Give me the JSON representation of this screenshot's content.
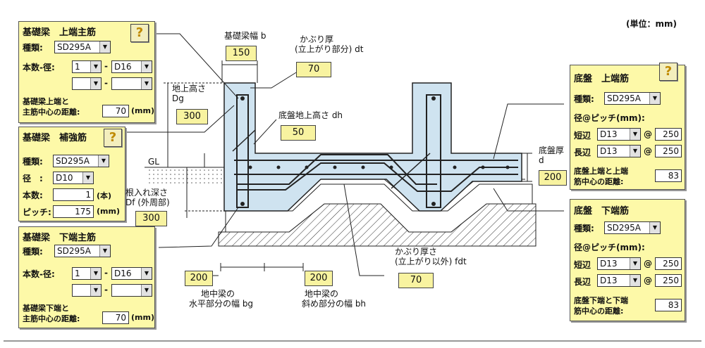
{
  "unit_note": "(単位：mm)",
  "help_glyph": "?",
  "beam_top": {
    "title": "基礎梁　上端主筋",
    "type_label": "種類:",
    "type_value": "SD295A",
    "count_diam_label": "本数-徑:",
    "count1": "1",
    "diam1": "D16",
    "count2": "",
    "diam2": "",
    "dash": "-",
    "distance_label_1": "基礎梁上端と",
    "distance_label_2": "主筋中心の距離:",
    "distance_value": "70",
    "mm": "(mm)"
  },
  "beam_reinf": {
    "title": "基礎梁　補強筋",
    "type_label": "種類:",
    "type_value": "SD295A",
    "diam_label": "径　:",
    "diam_value": "D10",
    "count_label": "本数:",
    "count_value": "1",
    "count_unit": "(本)",
    "pitch_label": "ピッチ:",
    "pitch_value": "175",
    "pitch_unit": "(mm)"
  },
  "beam_bottom": {
    "title": "基礎梁　下端主筋",
    "type_label": "種類:",
    "type_value": "SD295A",
    "count_diam_label": "本数-径:",
    "count1": "1",
    "diam1": "D16",
    "count2": "",
    "diam2": "",
    "dash": "-",
    "distance_label_1": "基礎梁下端と",
    "distance_label_2": "主筋中心の距離:",
    "distance_value": "70",
    "mm": "(mm)"
  },
  "slab_top": {
    "title": "底盤　上端筋",
    "type_label": "種類:",
    "type_value": "SD295A",
    "pitch_label": "径@ピッチ(mm):",
    "short_label": "短辺",
    "short_diam": "D13",
    "short_pitch": "250",
    "long_label": "長辺",
    "long_diam": "D13",
    "long_pitch": "250",
    "at": "@",
    "distance_label_1": "底盤上端と上端",
    "distance_label_2": "筋中心の距離:",
    "distance_value": "83"
  },
  "slab_bottom": {
    "title": "底盤　下端筋",
    "type_label": "種類:",
    "type_value": "SD295A",
    "pitch_label": "径@ピッチ(mm):",
    "short_label": "短辺",
    "short_diam": "D13",
    "short_pitch": "250",
    "long_label": "長辺",
    "long_diam": "D13",
    "long_pitch": "250",
    "at": "@",
    "distance_label_1": "底盤下端と下端",
    "distance_label_2": "筋中心の距離:",
    "distance_value": "83"
  },
  "dims": {
    "beam_width_label": "基礎梁幅 b",
    "beam_width": "150",
    "cover_riser_label_1": "かぶり厚",
    "cover_riser_label_2": "(立上がり部分) dt",
    "cover_riser": "70",
    "ground_height_label_1": "地上高さ",
    "ground_height_label_2": "Dg",
    "ground_height": "300",
    "slab_height_label": "底盤地上高さ dh",
    "slab_height": "50",
    "gl_label": "GL",
    "embed_label_1": "根入れ深さ",
    "embed_label_2": "Df (外周部)",
    "embed_depth": "300",
    "slab_thick_label_1": "底盤厚",
    "slab_thick_label_2": "d",
    "slab_thick": "200",
    "cover_other_label_1": "かぶり厚さ",
    "cover_other_label_2": "(立上がり以外) fdt",
    "cover_other": "70",
    "horiz_width_label_1": "地中梁の",
    "horiz_width_label_2": "水平部分の幅 bg",
    "horiz_width": "200",
    "slope_width_label_1": "地中梁の",
    "slope_width_label_2": "斜め部分の幅 bh",
    "slope_width": "200"
  }
}
